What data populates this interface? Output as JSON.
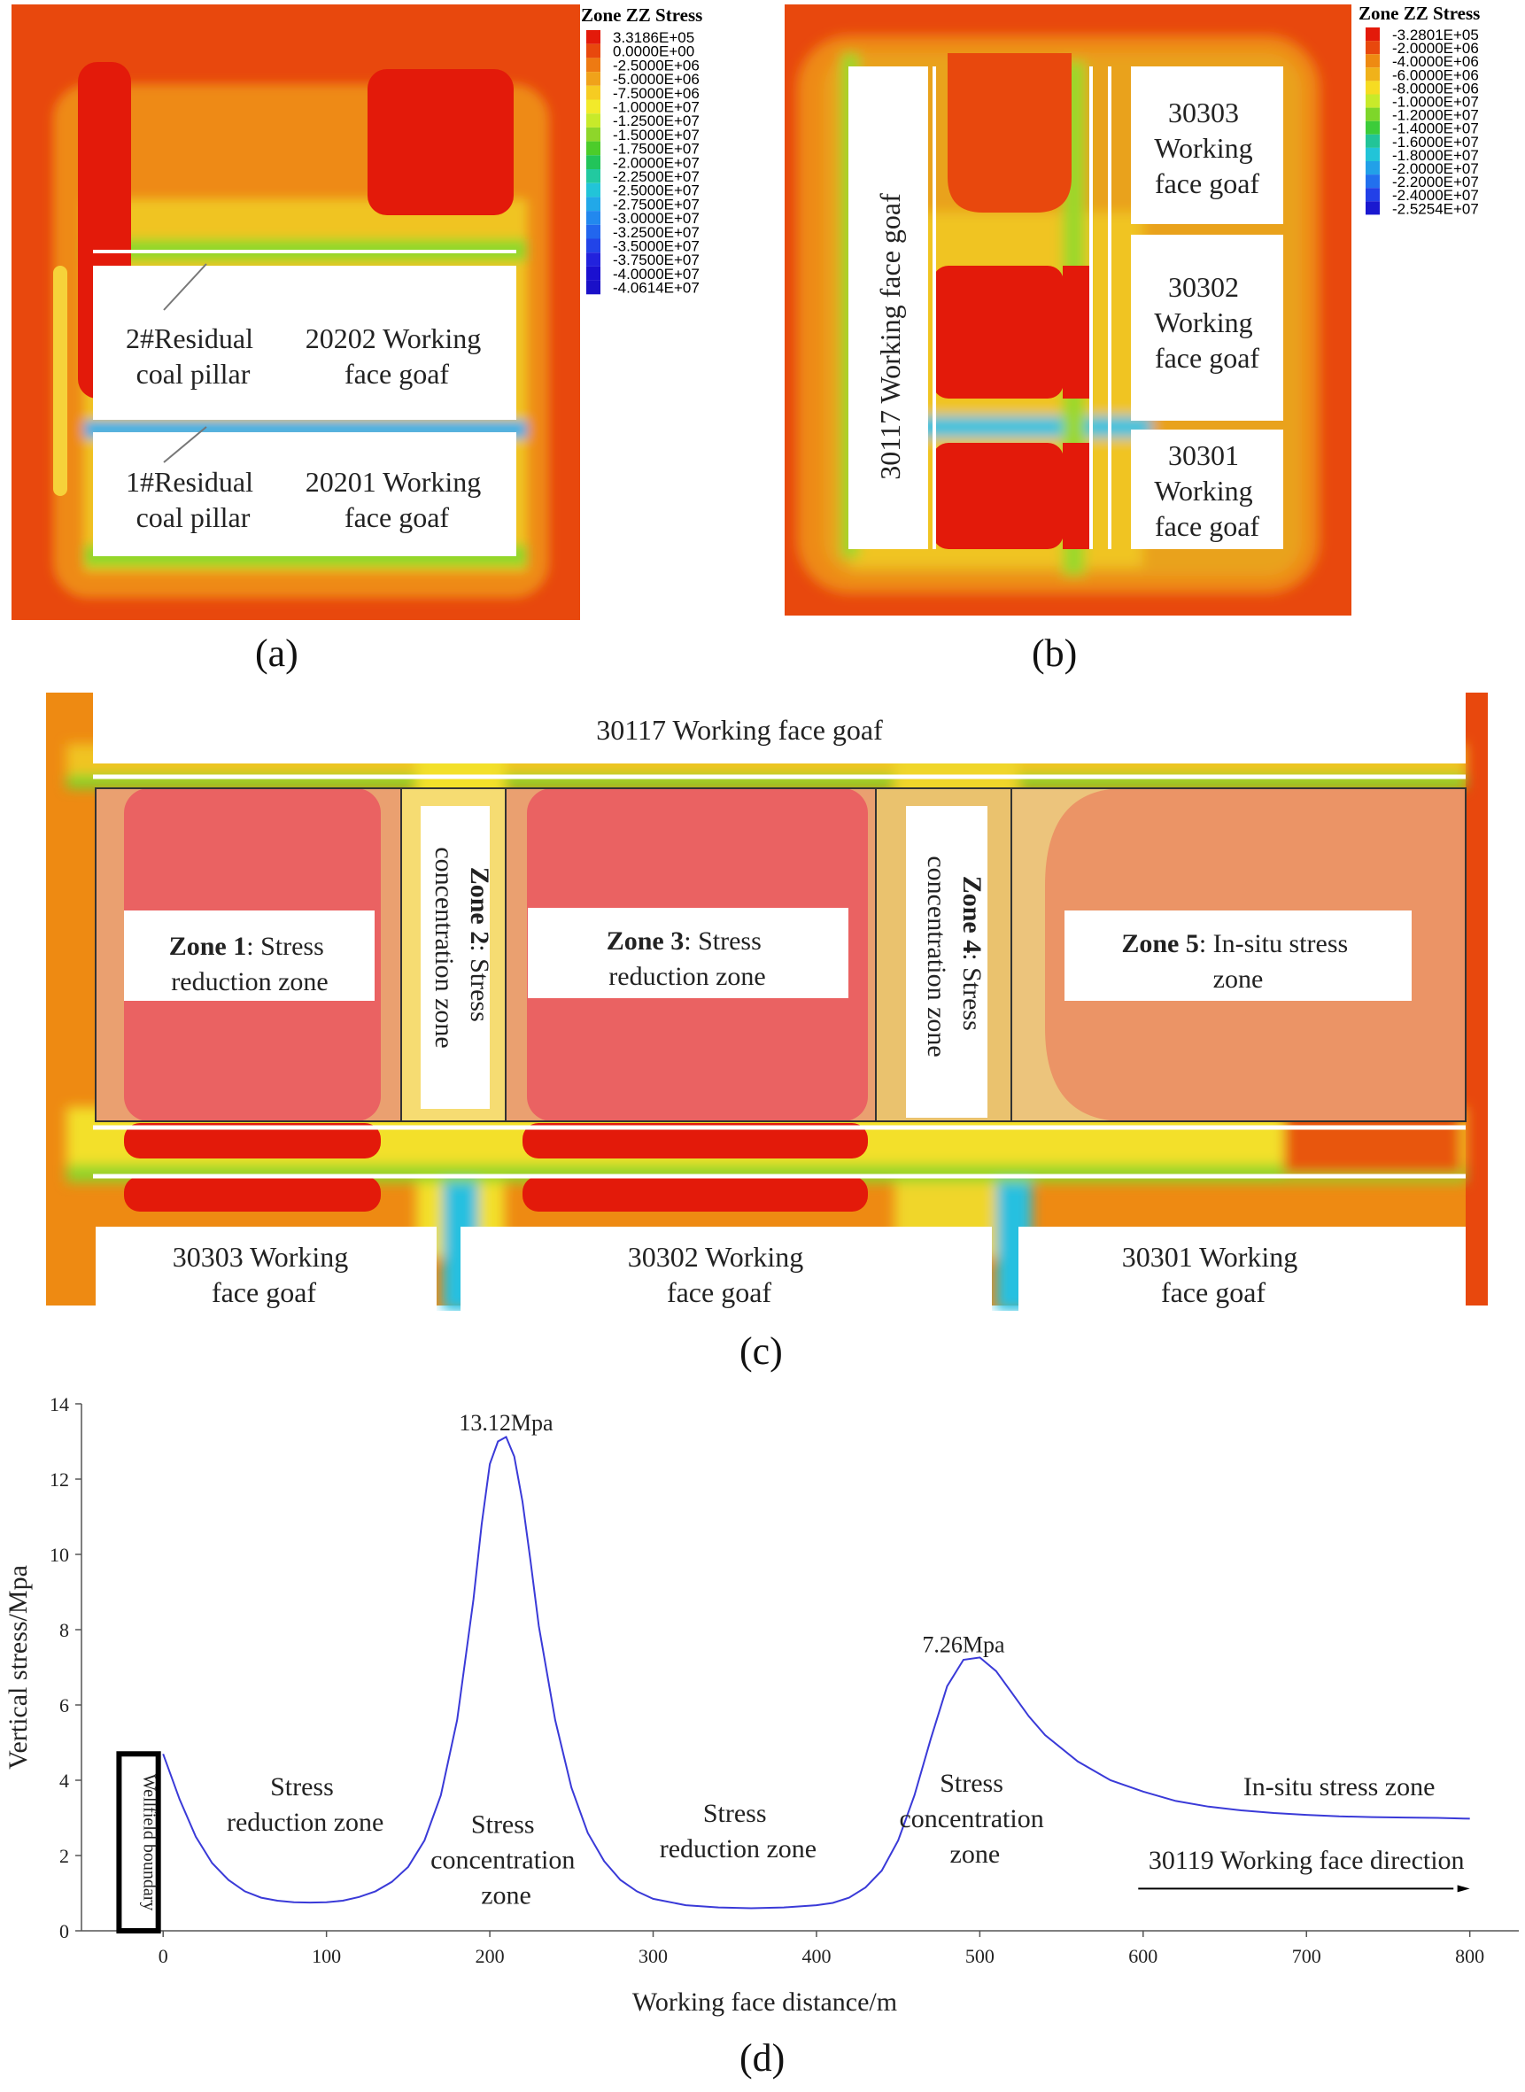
{
  "panel_a": {
    "caption": "(a)",
    "legend_title": "Zone ZZ Stress",
    "legend_values": [
      "3.3186E+05",
      "0.0000E+00",
      "-2.5000E+06",
      "-5.0000E+06",
      "-7.5000E+06",
      "-1.0000E+07",
      "-1.2500E+07",
      "-1.5000E+07",
      "-1.7500E+07",
      "-2.0000E+07",
      "-2.2500E+07",
      "-2.5000E+07",
      "-2.7500E+07",
      "-3.0000E+07",
      "-3.2500E+07",
      "-3.5000E+07",
      "-3.7500E+07",
      "-4.0000E+07",
      "-4.0614E+07"
    ],
    "label_2_residual": [
      "2#Residual",
      "coal pillar"
    ],
    "label_20202": [
      "20202 Working",
      "face goaf"
    ],
    "label_1_residual": [
      "1#Residual",
      "coal pillar"
    ],
    "label_20201": [
      "20201 Working",
      "face goaf"
    ]
  },
  "panel_b": {
    "caption": "(b)",
    "legend_title": "Zone ZZ Stress",
    "legend_values": [
      "-3.2801E+05",
      "-2.0000E+06",
      "-4.0000E+06",
      "-6.0000E+06",
      "-8.0000E+06",
      "-1.0000E+07",
      "-1.2000E+07",
      "-1.4000E+07",
      "-1.6000E+07",
      "-1.8000E+07",
      "-2.0000E+07",
      "-2.2000E+07",
      "-2.4000E+07",
      "-2.5254E+07"
    ],
    "label_30117": "30117 Working face goaf",
    "label_30303": [
      "30303",
      "Working",
      "face goaf"
    ],
    "label_30302": [
      "30302",
      "Working",
      "face goaf"
    ],
    "label_30301": [
      "30301",
      "Working",
      "face goaf"
    ]
  },
  "panel_c": {
    "caption": "(c)",
    "top_label": "30117 Working face goaf",
    "zone1_bold": "Zone 1",
    "zone1_rest": ": Stress",
    "zone1_line2": "reduction zone",
    "zone2_bold": "Zone 2",
    "zone2_rest": ": Stress",
    "zone2_line2": "concentration zone",
    "zone3_bold": "Zone 3",
    "zone3_rest": ": Stress",
    "zone3_line2": "reduction zone",
    "zone4_bold": "Zone 4",
    "zone4_rest": ": Stress",
    "zone4_line2": "concentration zone",
    "zone5_bold": "Zone 5",
    "zone5_rest": ": In-situ stress",
    "zone5_line2": "zone",
    "bottom_labels": [
      [
        "30303 Working",
        "face goaf"
      ],
      [
        "30302 Working",
        "face goaf"
      ],
      [
        "30301 Working",
        "face goaf"
      ]
    ]
  },
  "panel_d": {
    "caption": "(d)",
    "boundary_label": "Wellfield boundary",
    "annotations": {
      "peak1": "13.12Mpa",
      "peak2": "7.26Mpa",
      "reduction1": [
        "Stress",
        "reduction zone"
      ],
      "concentration1": [
        "Stress",
        "concentration",
        "zone"
      ],
      "reduction2": [
        "Stress",
        "reduction zone"
      ],
      "concentration2": [
        "Stress",
        "concentration",
        "zone"
      ],
      "insitu": "In-situ stress zone",
      "direction": "30119 Working face direction"
    }
  },
  "chart_data": {
    "type": "line",
    "xlabel": "Working face distance/m",
    "ylabel": "Vertical stress/Mpa",
    "xlim": [
      -50,
      830
    ],
    "ylim": [
      0,
      14
    ],
    "xticks": [
      0,
      100,
      200,
      300,
      400,
      500,
      600,
      700,
      800
    ],
    "yticks": [
      0,
      2,
      4,
      6,
      8,
      10,
      12,
      14
    ],
    "series": [
      {
        "color": "#3a3ad8",
        "x": [
          0,
          10,
          20,
          30,
          40,
          50,
          60,
          70,
          80,
          90,
          100,
          110,
          120,
          130,
          140,
          150,
          160,
          170,
          180,
          190,
          195,
          200,
          205,
          210,
          215,
          220,
          225,
          230,
          240,
          250,
          260,
          270,
          280,
          290,
          300,
          320,
          340,
          360,
          380,
          400,
          410,
          420,
          430,
          440,
          450,
          460,
          470,
          480,
          490,
          500,
          510,
          520,
          530,
          540,
          560,
          580,
          600,
          620,
          640,
          660,
          680,
          700,
          720,
          740,
          760,
          780,
          800
        ],
        "y": [
          4.7,
          3.5,
          2.5,
          1.8,
          1.35,
          1.05,
          0.88,
          0.8,
          0.76,
          0.75,
          0.76,
          0.8,
          0.9,
          1.05,
          1.3,
          1.7,
          2.4,
          3.6,
          5.6,
          8.8,
          10.8,
          12.4,
          13.0,
          13.12,
          12.6,
          11.4,
          9.8,
          8.1,
          5.6,
          3.8,
          2.6,
          1.85,
          1.35,
          1.05,
          0.85,
          0.68,
          0.62,
          0.6,
          0.62,
          0.68,
          0.74,
          0.88,
          1.15,
          1.6,
          2.4,
          3.6,
          5.1,
          6.5,
          7.2,
          7.26,
          6.9,
          6.3,
          5.7,
          5.2,
          4.5,
          4.0,
          3.7,
          3.45,
          3.3,
          3.2,
          3.13,
          3.08,
          3.04,
          3.02,
          3.01,
          3.0,
          2.98
        ]
      }
    ]
  }
}
